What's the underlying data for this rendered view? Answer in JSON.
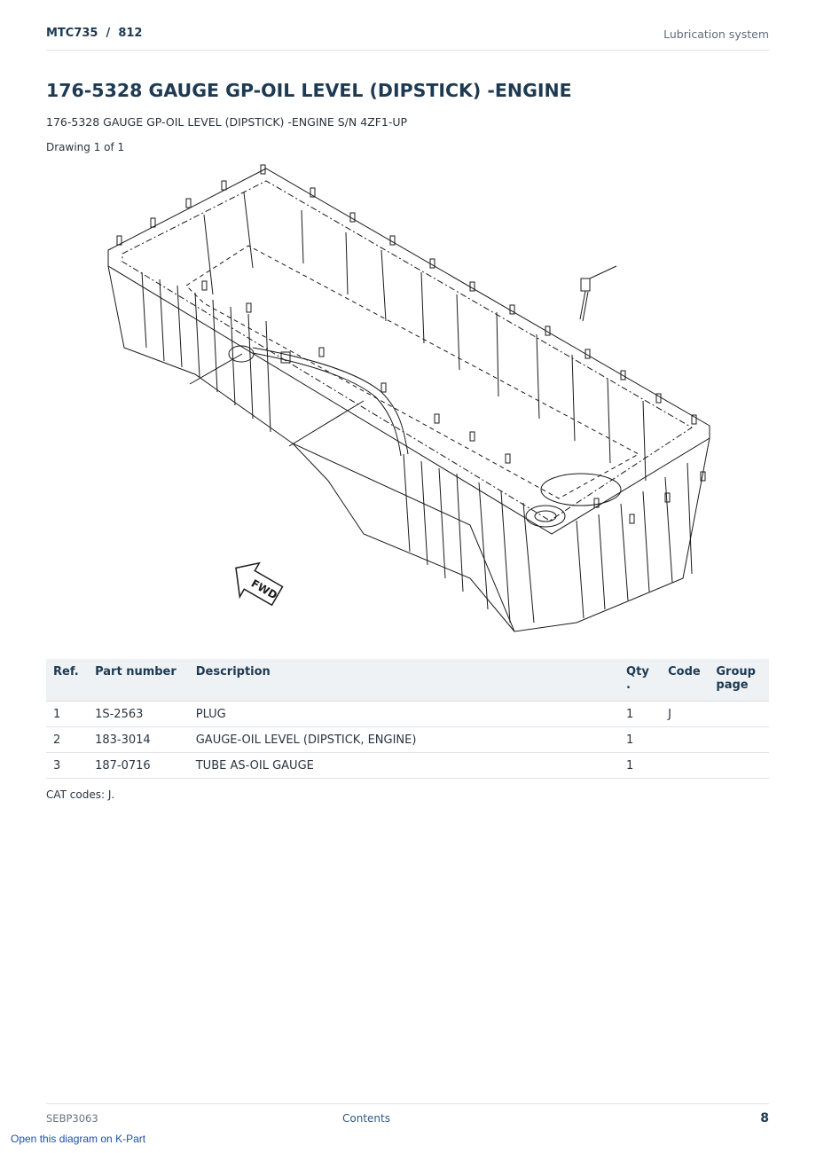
{
  "header": {
    "model": "MTC735  /  812",
    "section": "Lubrication system"
  },
  "title": "176-5328 GAUGE GP-OIL LEVEL (DIPSTICK) -ENGINE",
  "subtitle": "176-5328 GAUGE GP-OIL LEVEL (DIPSTICK) -ENGINE S/N 4ZF1-UP",
  "drawing_count": "Drawing 1 of 1",
  "drawing": {
    "arrow_label": "FWD"
  },
  "table": {
    "headers": {
      "ref": "Ref.",
      "part_number": "Part number",
      "description": "Description",
      "qty": "Qty\n.",
      "code": "Code",
      "group_page": "Group page"
    },
    "rows": [
      {
        "ref": "1",
        "part_number": "1S-2563",
        "description": "PLUG",
        "qty": "1",
        "code": "J",
        "group_page": ""
      },
      {
        "ref": "2",
        "part_number": "183-3014",
        "description": "GAUGE-OIL LEVEL (DIPSTICK, ENGINE)",
        "qty": "1",
        "code": "",
        "group_page": ""
      },
      {
        "ref": "3",
        "part_number": "187-0716",
        "description": "TUBE AS-OIL GAUGE",
        "qty": "1",
        "code": "",
        "group_page": ""
      }
    ]
  },
  "cat_codes": "CAT codes: J.",
  "footer": {
    "doc_id": "SEBP3063",
    "contents_link": "Contents",
    "page_number": "8"
  },
  "kpart_link": "Open this diagram on K-Part"
}
